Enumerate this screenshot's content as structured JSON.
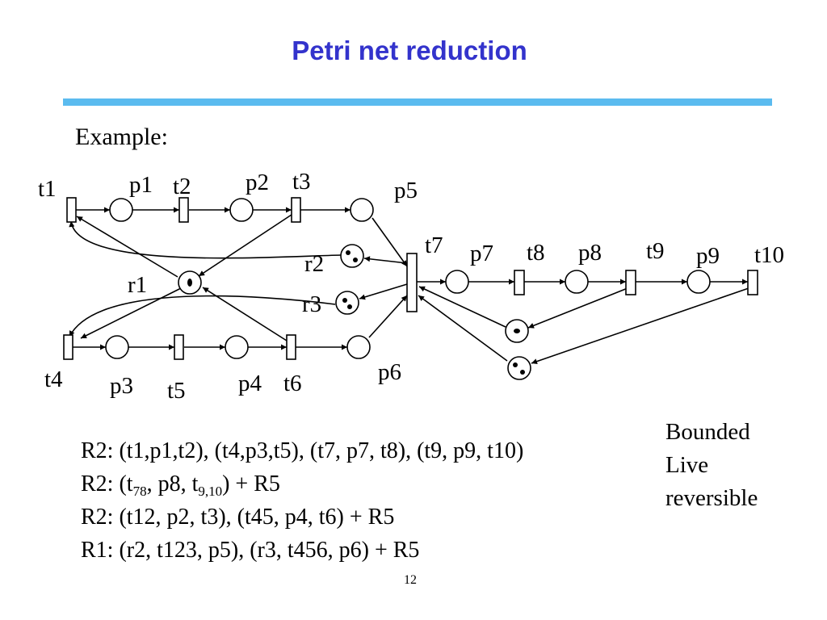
{
  "slide": {
    "title": "Petri net reduction",
    "example_label": "Example:",
    "page_number": "12"
  },
  "diagram": {
    "transitions": {
      "t1": "t1",
      "t2": "t2",
      "t3": "t3",
      "t4": "t4",
      "t5": "t5",
      "t6": "t6",
      "t7": "t7",
      "t8": "t8",
      "t9": "t9",
      "t10": "t10"
    },
    "places": {
      "p1": "p1",
      "p2": "p2",
      "p3": "p3",
      "p4": "p4",
      "p5": "p5",
      "p6": "p6",
      "p7": "p7",
      "p8": "p8",
      "p9": "p9",
      "r1": "r1",
      "r2": "r2",
      "r3": "r3"
    },
    "marking": {
      "r1": 1,
      "r2": 2,
      "r3": 2,
      "r4": 1,
      "r5": 2
    }
  },
  "rules": {
    "line1": "R2: (t1,p1,t2), (t4,p3,t5), (t7, p7, t8), (t9, p9, t10)",
    "line2": {
      "prefix": "R2: (t",
      "sub1": "78",
      "mid": ", p8, t",
      "sub2": "9,10",
      "suffix": ") + R5"
    },
    "line3": "R2: (t12, p2, t3), (t45, p4, t6) + R5",
    "line4": "R1: (r2, t123, p5), (r3, t456, p6) + R5"
  },
  "properties": [
    "Bounded",
    "Live",
    "reversible"
  ]
}
